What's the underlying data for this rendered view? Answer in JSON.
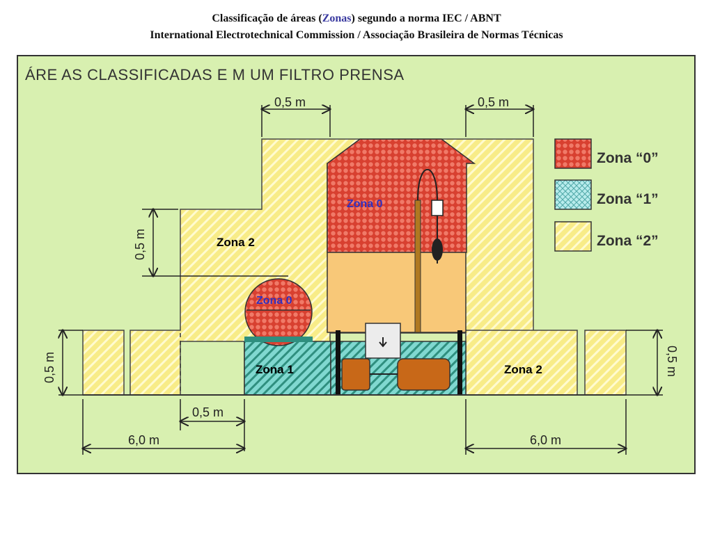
{
  "header": {
    "title_pre": "Classificação de áreas (",
    "title_zonas": "Zonas",
    "title_post": ") segundo a norma IEC / ABNT",
    "subtitle": "International Electrotechnical Commission / Associação Brasileira de Normas Técnicas"
  },
  "diagram": {
    "heading": "ÁRE AS CLASSIFICADAS E M UM FILTRO PRENSA",
    "labels": {
      "zona2_left": "Zona 2",
      "zona0_top": "Zona 0",
      "zona0_circle": "Zona 0",
      "zona1": "Zona 1",
      "zona2_right": "Zona 2"
    },
    "dimensions": {
      "top_left": "0,5 m",
      "top_right": "0,5 m",
      "vert_left_upper": "0,5 m",
      "vert_left_lower": "0,5 m",
      "vert_right": "0,5 m",
      "bottom_small": "0,5 m",
      "bottom_left": "6,0 m",
      "bottom_right": "6,0 m"
    },
    "legend": [
      {
        "label": "Zona “0”",
        "color": "#e0503a"
      },
      {
        "label": "Zona “1”",
        "color": "#80d8d0"
      },
      {
        "label": "Zona “2”",
        "color": "#f8ec88"
      }
    ],
    "colors": {
      "background": "#d8f0b0",
      "zone0": "#e0503a",
      "zone1": "#80d8d0",
      "zone2": "#f8ec88",
      "interior": "#f8c878"
    }
  }
}
